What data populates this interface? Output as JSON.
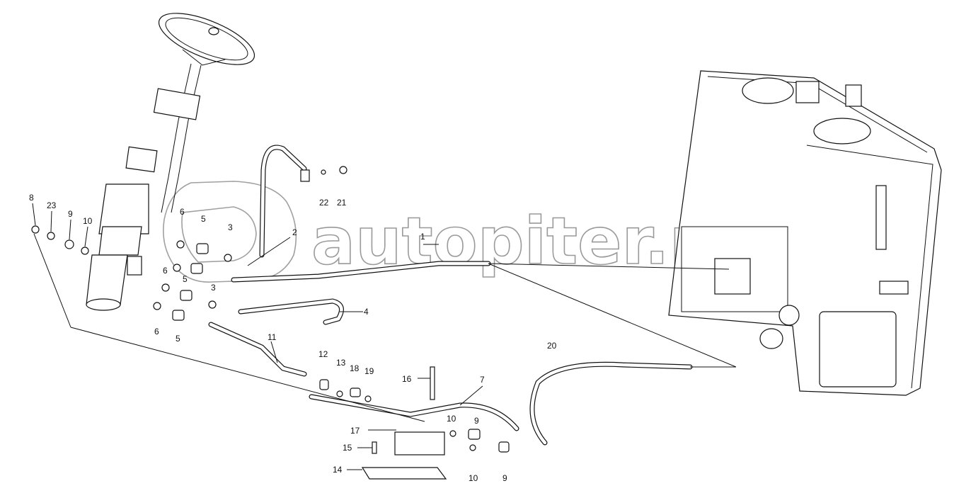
{
  "watermark": {
    "text": "autopiter.ru"
  },
  "diagram": {
    "callouts": [
      {
        "id": "c8",
        "text": "8"
      },
      {
        "id": "c23",
        "text": "23"
      },
      {
        "id": "c9a",
        "text": "9"
      },
      {
        "id": "c10a",
        "text": "10"
      },
      {
        "id": "c6a",
        "text": "6"
      },
      {
        "id": "c5a",
        "text": "5"
      },
      {
        "id": "c3a",
        "text": "3"
      },
      {
        "id": "c2",
        "text": "2"
      },
      {
        "id": "c1",
        "text": "1"
      },
      {
        "id": "c22",
        "text": "22"
      },
      {
        "id": "c21",
        "text": "21"
      },
      {
        "id": "c6b",
        "text": "6"
      },
      {
        "id": "c5b",
        "text": "5"
      },
      {
        "id": "c3b",
        "text": "3"
      },
      {
        "id": "c4",
        "text": "4"
      },
      {
        "id": "c6c",
        "text": "6"
      },
      {
        "id": "c5c",
        "text": "5"
      },
      {
        "id": "c11",
        "text": "11"
      },
      {
        "id": "c12",
        "text": "12"
      },
      {
        "id": "c13",
        "text": "13"
      },
      {
        "id": "c18",
        "text": "18"
      },
      {
        "id": "c19",
        "text": "19"
      },
      {
        "id": "c16",
        "text": "16"
      },
      {
        "id": "c7",
        "text": "7"
      },
      {
        "id": "c20",
        "text": "20"
      },
      {
        "id": "c10b",
        "text": "10"
      },
      {
        "id": "c9b",
        "text": "9"
      },
      {
        "id": "c17",
        "text": "17"
      },
      {
        "id": "c15",
        "text": "15"
      },
      {
        "id": "c14",
        "text": "14"
      },
      {
        "id": "c10c",
        "text": "10"
      },
      {
        "id": "c9c",
        "text": "9"
      }
    ]
  }
}
